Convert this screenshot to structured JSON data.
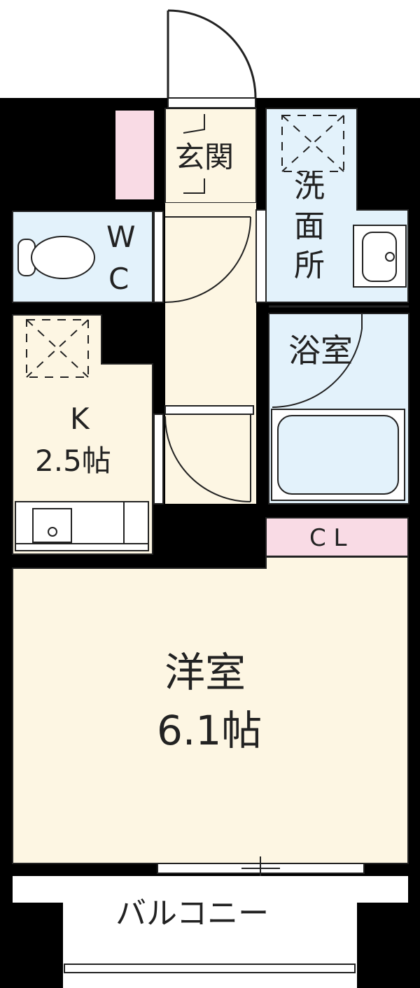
{
  "colors": {
    "wall": "#000000",
    "room_floor": "#fdf6e3",
    "wet_area": "#e3f2fb",
    "accent_pink": "#f9dbe5",
    "line": "#222222",
    "outdoor": "#ffffff"
  },
  "rooms": {
    "entrance": {
      "label": "玄関"
    },
    "wc": {
      "label_w": "W",
      "label_c": "C"
    },
    "washroom": {
      "label_1": "洗",
      "label_2": "面",
      "label_3": "所"
    },
    "bath": {
      "label": "浴室"
    },
    "kitchen": {
      "label": "K",
      "size": "2.5帖"
    },
    "closet": {
      "label": "C L"
    },
    "western_room": {
      "label": "洋室",
      "size": "6.1帖"
    },
    "balcony": {
      "label": "バルコニー"
    }
  },
  "icons": [
    "door-swing-icon",
    "toilet-icon",
    "sink-icon",
    "ventilation-fan-icon",
    "bathtub-icon",
    "stove-icon"
  ]
}
